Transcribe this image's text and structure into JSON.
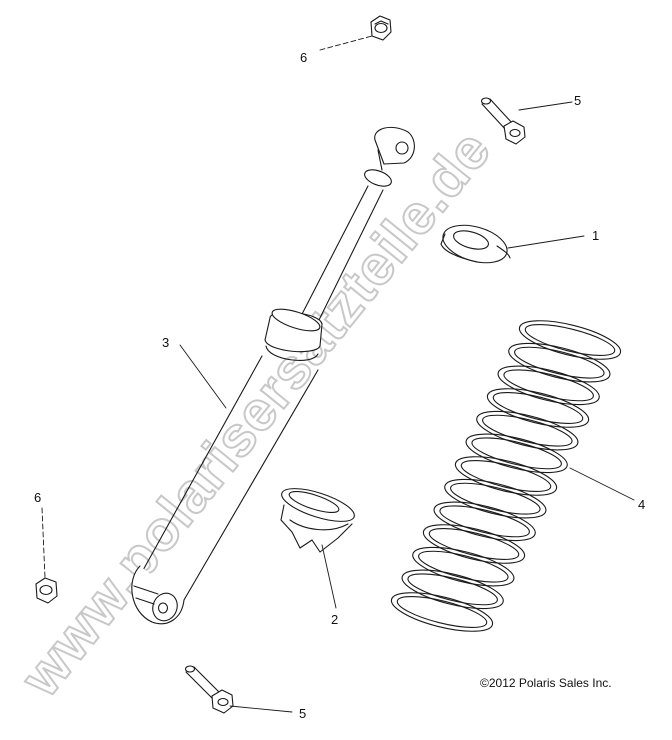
{
  "callouts": {
    "c1": "1",
    "c2": "2",
    "c3": "3",
    "c4": "4",
    "c5_top": "5",
    "c5_bottom": "5",
    "c6_top": "6",
    "c6_left": "6"
  },
  "copyright": "©2012 Polaris Sales Inc.",
  "watermark": "www.polarisersatzteile.de",
  "colors": {
    "line": "#1a1a1a",
    "watermark": "#cfcfcf"
  }
}
